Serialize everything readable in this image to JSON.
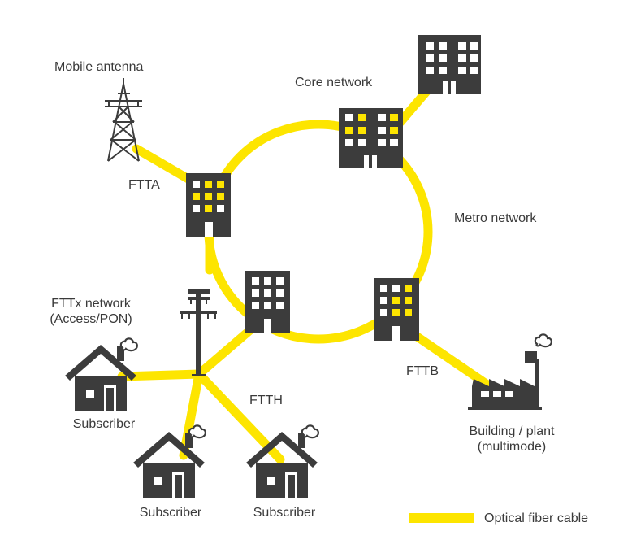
{
  "colors": {
    "fiber": "#fde500",
    "building": "#3c3c3c",
    "window_lit": "#fde500",
    "window_dark": "#ffffff",
    "text": "#3a3a3a"
  },
  "labels": {
    "mobile_antenna": "Mobile antenna",
    "core_network": "Core network",
    "ftta": "FTTA",
    "metro_network": "Metro network",
    "fttx_line1": "FTTx network",
    "fttx_line2": "(Access/PON)",
    "ftth": "FTTH",
    "fttb": "FTTB",
    "building_plant_line1": "Building / plant",
    "building_plant_line2": "(multimode)",
    "subscriber_left": "Subscriber",
    "subscriber_mid": "Subscriber",
    "subscriber_right": "Subscriber"
  },
  "legend": {
    "label": "Optical fiber cable"
  },
  "icons": [
    "antenna-tower-icon",
    "office-building-icon",
    "utility-pole-icon",
    "house-icon",
    "factory-icon"
  ]
}
